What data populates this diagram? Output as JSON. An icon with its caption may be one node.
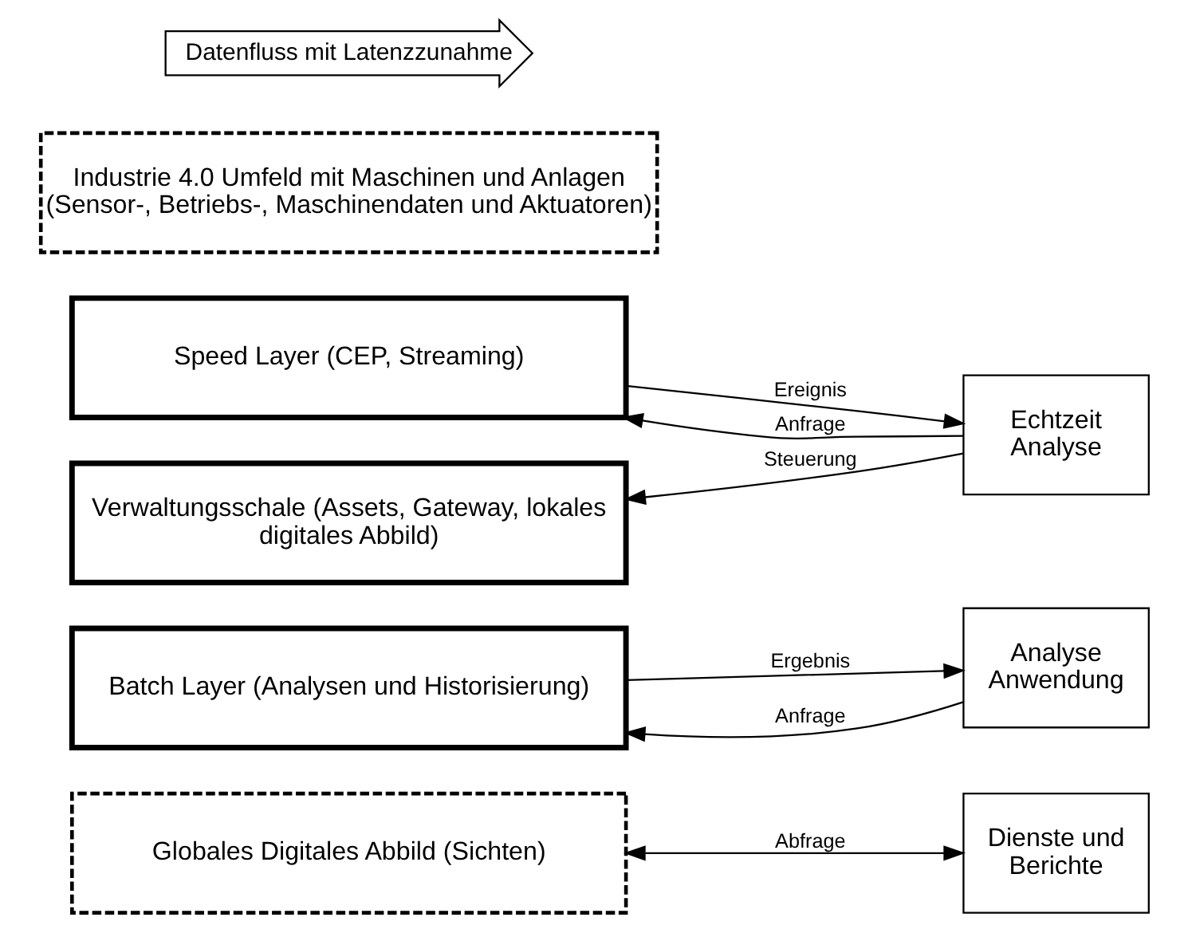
{
  "diagram": {
    "nodes": [
      {
        "text": [
          "Globales Digitales Abbild (Sichten)"
        ]
      },
      {
        "text": [
          "Batch Layer (Analysen und Historisierung)"
        ]
      },
      {
        "text": [
          "Speed Layer (CEP, Streaming)"
        ]
      },
      {
        "text": [
          "Verwaltungsschale (Assets, Gateway, lokales digitales Abbild)"
        ]
      },
      {
        "text": [
          "Industrie 4.0 Umfeld mit Maschinen und Anlagen (Sensor-, Betriebs-, Maschinendaten und Aktuatoren)"
        ]
      },
      {
        "text": [
          "Dienste und Berichte"
        ]
      },
      {
        "text": [
          "Analyse Anwendung"
        ]
      },
      {
        "text": [
          "Echtzeit Analyse"
        ]
      }
    ],
    "edges": [
      {
        "from": 0,
        "to": 5,
        "arrow": "both",
        "label": "Abfrage"
      },
      {
        "from": 6,
        "to": 1,
        "arrow": "to",
        "label": "Anfrage"
      },
      {
        "from": 1,
        "to": 6,
        "arrow": "to",
        "label": "Ergebnis"
      },
      {
        "from": 7,
        "to": 2,
        "arrow": "to",
        "label": "Anfrage"
      },
      {
        "from": 2,
        "to": 7,
        "arrow": "to",
        "label": "Ereignis"
      },
      {
        "from": 7,
        "to": 3,
        "arrow": "to",
        "label": "Steuerung"
      }
    ],
    "labels": [
      "Datenfluss mit Latenzzunahme"
    ]
  }
}
